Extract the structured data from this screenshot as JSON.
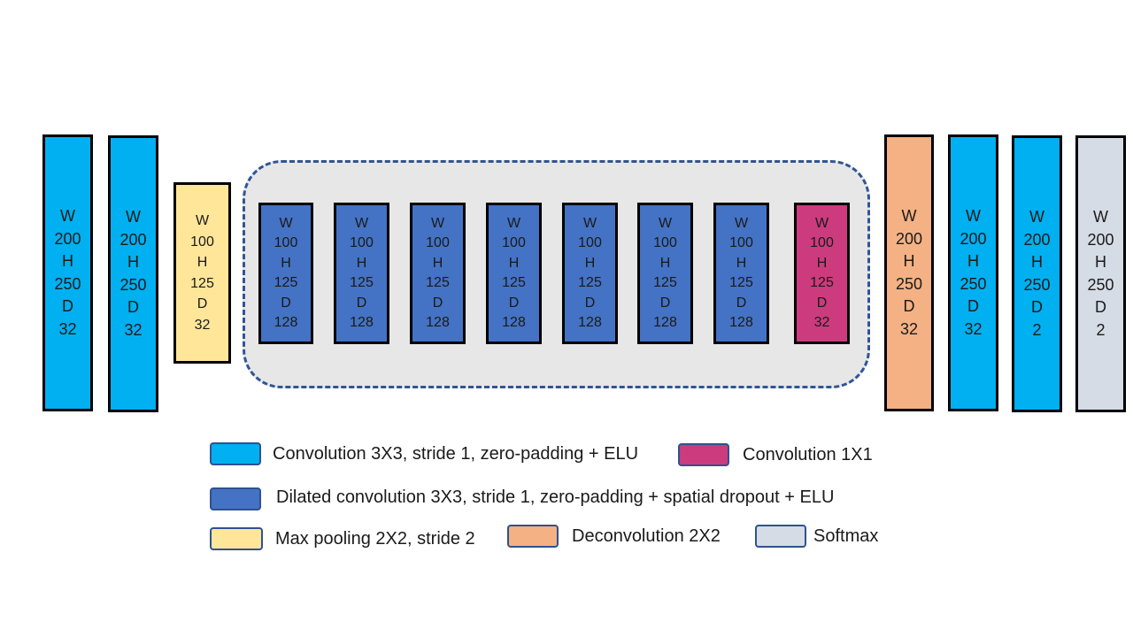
{
  "blocks": [
    {
      "lines": [
        "W",
        "200",
        "H",
        "250",
        "D",
        "32"
      ],
      "type": "convolution"
    },
    {
      "lines": [
        "W",
        "200",
        "H",
        "250",
        "D",
        "32"
      ],
      "type": "convolution"
    },
    {
      "lines": [
        "W",
        "100",
        "H",
        "125",
        "D",
        "32"
      ],
      "type": "max-pooling"
    },
    {
      "lines": [
        "W",
        "100",
        "H",
        "125",
        "D",
        "128"
      ],
      "type": "dilated-convolution"
    },
    {
      "lines": [
        "W",
        "100",
        "H",
        "125",
        "D",
        "128"
      ],
      "type": "dilated-convolution"
    },
    {
      "lines": [
        "W",
        "100",
        "H",
        "125",
        "D",
        "128"
      ],
      "type": "dilated-convolution"
    },
    {
      "lines": [
        "W",
        "100",
        "H",
        "125",
        "D",
        "128"
      ],
      "type": "dilated-convolution"
    },
    {
      "lines": [
        "W",
        "100",
        "H",
        "125",
        "D",
        "128"
      ],
      "type": "dilated-convolution"
    },
    {
      "lines": [
        "W",
        "100",
        "H",
        "125",
        "D",
        "128"
      ],
      "type": "dilated-convolution"
    },
    {
      "lines": [
        "W",
        "100",
        "H",
        "125",
        "D",
        "128"
      ],
      "type": "dilated-convolution"
    },
    {
      "lines": [
        "W",
        "100",
        "H",
        "125",
        "D",
        "32"
      ],
      "type": "convolution-1x1"
    },
    {
      "lines": [
        "W",
        "200",
        "H",
        "250",
        "D",
        "32"
      ],
      "type": "deconvolution"
    },
    {
      "lines": [
        "W",
        "200",
        "H",
        "250",
        "D",
        "32"
      ],
      "type": "convolution"
    },
    {
      "lines": [
        "W",
        "200",
        "H",
        "250",
        "D",
        "2"
      ],
      "type": "convolution"
    },
    {
      "lines": [
        "W",
        "200",
        "H",
        "250",
        "D",
        "2"
      ],
      "type": "softmax"
    }
  ],
  "legend": {
    "convolution": "Convolution 3X3, stride 1, zero-padding + ELU",
    "convolution_1x1": "Convolution 1X1",
    "dilated_convolution": "Dilated convolution 3X3, stride 1, zero-padding + spatial dropout + ELU",
    "max_pooling": "Max pooling 2X2, stride 2",
    "deconvolution": "Deconvolution 2X2",
    "softmax": "Softmax"
  },
  "colors": {
    "convolution": "#00b0f0",
    "dilated_convolution": "#4472c4",
    "max_pooling": "#ffe699",
    "convolution_1x1": "#cc3b7d",
    "deconvolution": "#f4b183",
    "softmax": "#d6dce5",
    "dashed_border": "#2f5597",
    "dashed_fill": "#e7e7e7"
  }
}
